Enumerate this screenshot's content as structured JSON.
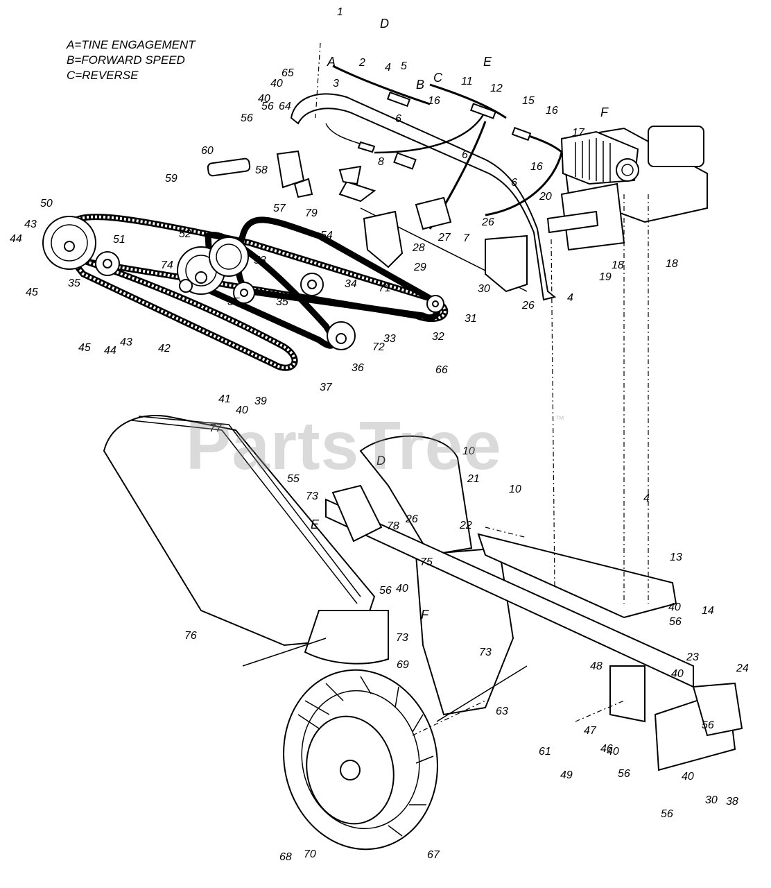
{
  "legend": [
    "A=TINE ENGAGEMENT",
    "B=FORWARD SPEED",
    "C=REVERSE"
  ],
  "watermark": "PartsTree",
  "trademark": "™",
  "callouts": [
    {
      "t": "1"
    },
    {
      "t": "D"
    },
    {
      "t": "A"
    },
    {
      "t": "2"
    },
    {
      "t": "4"
    },
    {
      "t": "E"
    },
    {
      "t": "C"
    },
    {
      "t": "5"
    },
    {
      "t": "B"
    },
    {
      "t": "11"
    },
    {
      "t": "12"
    },
    {
      "t": "3"
    },
    {
      "t": "65"
    },
    {
      "t": "40"
    },
    {
      "t": "40"
    },
    {
      "t": "56"
    },
    {
      "t": "56"
    },
    {
      "t": "64"
    },
    {
      "t": "16"
    },
    {
      "t": "6"
    },
    {
      "t": "15"
    },
    {
      "t": "16"
    },
    {
      "t": "F"
    },
    {
      "t": "17"
    },
    {
      "t": "16"
    },
    {
      "t": "6"
    },
    {
      "t": "6"
    },
    {
      "t": "8"
    },
    {
      "t": "60"
    },
    {
      "t": "58"
    },
    {
      "t": "59"
    },
    {
      "t": "57"
    },
    {
      "t": "79"
    },
    {
      "t": "20"
    },
    {
      "t": "50"
    },
    {
      "t": "43"
    },
    {
      "t": "44"
    },
    {
      "t": "45"
    },
    {
      "t": "51"
    },
    {
      "t": "52"
    },
    {
      "t": "53"
    },
    {
      "t": "54"
    },
    {
      "t": "26"
    },
    {
      "t": "27"
    },
    {
      "t": "7"
    },
    {
      "t": "28"
    },
    {
      "t": "29"
    },
    {
      "t": "18"
    },
    {
      "t": "18"
    },
    {
      "t": "19"
    },
    {
      "t": "74"
    },
    {
      "t": "35"
    },
    {
      "t": "35"
    },
    {
      "t": "35"
    },
    {
      "t": "34"
    },
    {
      "t": "71"
    },
    {
      "t": "26"
    },
    {
      "t": "4"
    },
    {
      "t": "30"
    },
    {
      "t": "31"
    },
    {
      "t": "32"
    },
    {
      "t": "33"
    },
    {
      "t": "72"
    },
    {
      "t": "45"
    },
    {
      "t": "44"
    },
    {
      "t": "43"
    },
    {
      "t": "42"
    },
    {
      "t": "36"
    },
    {
      "t": "37"
    },
    {
      "t": "66"
    },
    {
      "t": "41"
    },
    {
      "t": "40"
    },
    {
      "t": "39"
    },
    {
      "t": "77"
    },
    {
      "t": "10"
    },
    {
      "t": "D"
    },
    {
      "t": "21"
    },
    {
      "t": "55"
    },
    {
      "t": "73"
    },
    {
      "t": "E"
    },
    {
      "t": "78"
    },
    {
      "t": "26"
    },
    {
      "t": "10"
    },
    {
      "t": "22"
    },
    {
      "t": "4"
    },
    {
      "t": "13"
    },
    {
      "t": "75"
    },
    {
      "t": "56"
    },
    {
      "t": "40"
    },
    {
      "t": "F"
    },
    {
      "t": "73"
    },
    {
      "t": "40"
    },
    {
      "t": "56"
    },
    {
      "t": "14"
    },
    {
      "t": "76"
    },
    {
      "t": "69"
    },
    {
      "t": "73"
    },
    {
      "t": "23"
    },
    {
      "t": "48"
    },
    {
      "t": "40"
    },
    {
      "t": "24"
    },
    {
      "t": "63"
    },
    {
      "t": "47"
    },
    {
      "t": "46"
    },
    {
      "t": "56"
    },
    {
      "t": "61"
    },
    {
      "t": "49"
    },
    {
      "t": "40"
    },
    {
      "t": "56"
    },
    {
      "t": "40"
    },
    {
      "t": "30"
    },
    {
      "t": "38"
    },
    {
      "t": "56"
    },
    {
      "t": "68"
    },
    {
      "t": "70"
    },
    {
      "t": "67"
    }
  ]
}
